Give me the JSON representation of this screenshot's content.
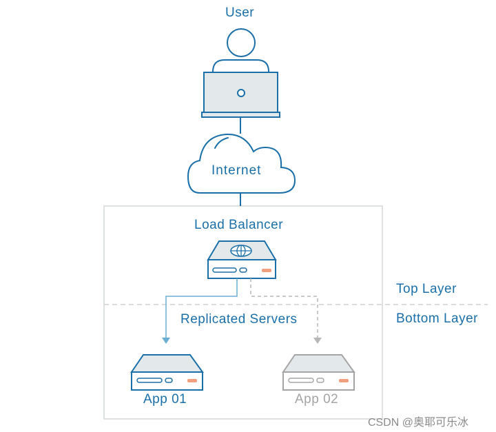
{
  "labels": {
    "user": "User",
    "internet": "Internet",
    "load_balancer": "Load Balancer",
    "top_layer": "Top Layer",
    "bottom_layer": "Bottom Layer",
    "replicated_servers": "Replicated Servers",
    "app_01": "App 01",
    "app_02": "App 02",
    "watermark": "CSDN @奥耶可乐冰"
  },
  "colors": {
    "primary_stroke": "#1a6fa8",
    "device_fill": "#e3e8ea",
    "inactive_stroke": "#a4a4a4",
    "indicator": "#f1a07f",
    "frame": "#d4d7d9",
    "divider": "#cfcfcf",
    "arrow_active": "#6aaed4"
  },
  "nodes": {
    "user": {
      "icon": "user-icon",
      "device": "laptop-icon"
    },
    "internet": {
      "icon": "cloud-icon"
    },
    "load_balancer": {
      "icon": "server-globe-icon"
    },
    "app_01": {
      "icon": "server-icon",
      "state": "active"
    },
    "app_02": {
      "icon": "server-icon",
      "state": "inactive"
    }
  }
}
